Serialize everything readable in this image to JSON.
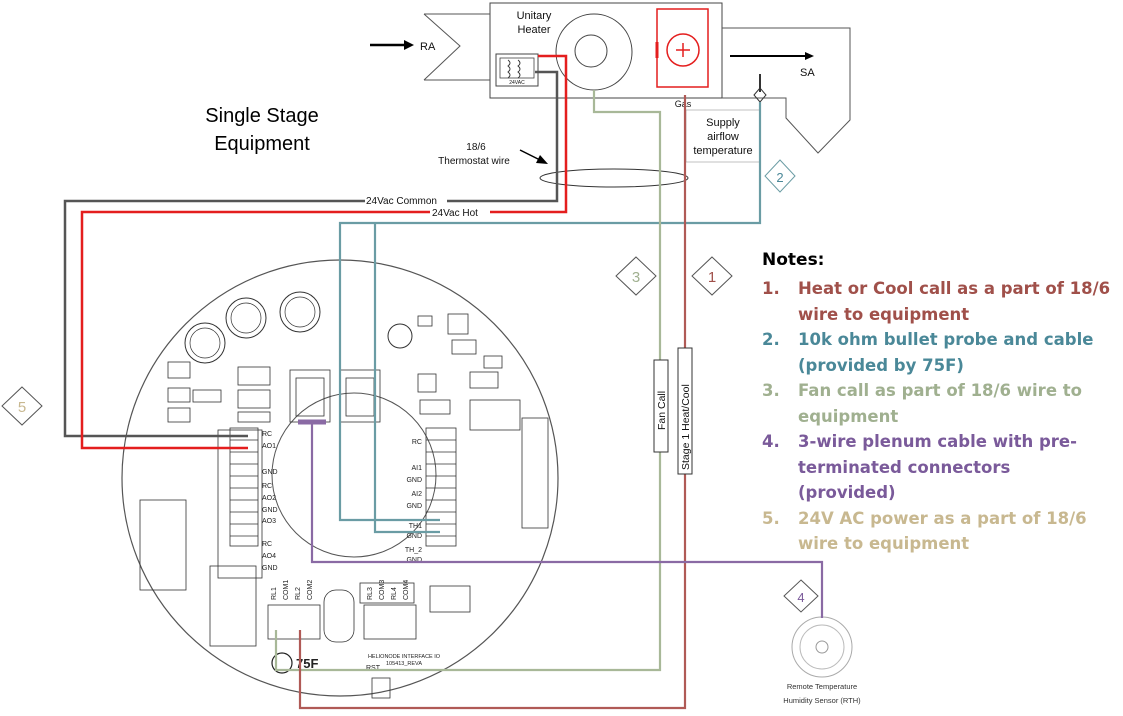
{
  "title_line1": "Single  Stage",
  "title_line2": "Equipment",
  "heater_label_line1": "Unitary",
  "heater_label_line2": "Heater",
  "transformer_label": "24VAC",
  "ra_label": "RA",
  "sa_label": "SA",
  "gas_label": "Gas",
  "supply_label_line1": "Supply",
  "supply_label_line2": "airflow",
  "supply_label_line3": "temperature",
  "thermostat_wire_line1": "18/6",
  "thermostat_wire_line2": "Thermostat wire",
  "wire_common_label": "24Vac Common",
  "wire_hot_label": "24Vac Hot",
  "fan_call_label": "Fan Call",
  "stage1_label": "Stage 1 Heat/Cool",
  "sensor_label_line1": "Remote Temperature",
  "sensor_label_line2": "Humidity Sensor (RTH)",
  "board_name_line1": "HELIONODE INTERFACE IO",
  "board_name_line2": "105413_REVA",
  "board_logo": "75F",
  "rst_label": "RST",
  "terminal_left": [
    "RC",
    "AO1",
    "GND",
    "RC",
    "AO2",
    "GND",
    "AO3",
    "RC",
    "AO4",
    "GND"
  ],
  "terminal_right": [
    "RC",
    "AI1",
    "GND",
    "AI2",
    "GND",
    "TH1",
    "GND",
    "TH_2",
    "GND"
  ],
  "relay_labels": [
    "RL1",
    "COM1",
    "RL2",
    "COM2",
    "RL3",
    "COM3",
    "RL4",
    "COM4"
  ],
  "markers": {
    "m1": "1",
    "m2": "2",
    "m3": "3",
    "m4": "4",
    "m5": "5"
  },
  "colors": {
    "note1": "#a0504a",
    "note2": "#4a8898",
    "note3": "#a0b090",
    "note4": "#7a5a9a",
    "note5": "#c8b890",
    "wire_red": "#e41e1e",
    "wire_dark_red": "#b05a56",
    "wire_teal": "#6a9ca4",
    "wire_green": "#a8b898",
    "wire_purple": "#8a6aa4",
    "wire_gray": "#555555"
  },
  "notes": {
    "title": "Notes:",
    "items": [
      {
        "num": "1.",
        "text": "Heat or Cool call as a part of 18/6 wire to equipment"
      },
      {
        "num": "2.",
        "text": "10k ohm bullet probe and cable (provided by 75F)"
      },
      {
        "num": "3.",
        "text": "Fan call as part of 18/6 wire to equipment"
      },
      {
        "num": "4.",
        "text": "3-wire plenum cable with pre-terminated connectors (provided)"
      },
      {
        "num": "5.",
        "text": "24V AC power as a part of 18/6 wire to equipment"
      }
    ]
  }
}
